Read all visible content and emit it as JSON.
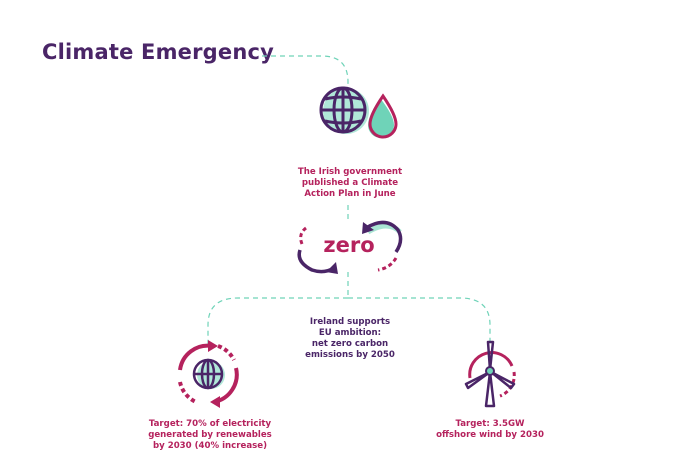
{
  "title": "Climate Emergency",
  "zero_label": "zero",
  "captions": {
    "plan": [
      "The Irish government",
      "published a Climate",
      "Action Plan in June"
    ],
    "ireland": [
      "Ireland supports",
      "EU ambition:",
      "net zero carbon",
      "emissions by 2050"
    ],
    "electricity": [
      "Target: 70% of electricity",
      "generated by renewables",
      "by 2030 (40% increase)"
    ],
    "wind": [
      "Target: 3.5GW",
      "offshore wind by 2030"
    ]
  },
  "colors": {
    "purple": "#4a2567",
    "magenta": "#b5225d",
    "teal": "#6fd3b8"
  },
  "icons": [
    "globe-icon",
    "water-drop-icon",
    "recycle-arrows-icon",
    "globe-cycle-icon",
    "wind-turbine-icon"
  ]
}
